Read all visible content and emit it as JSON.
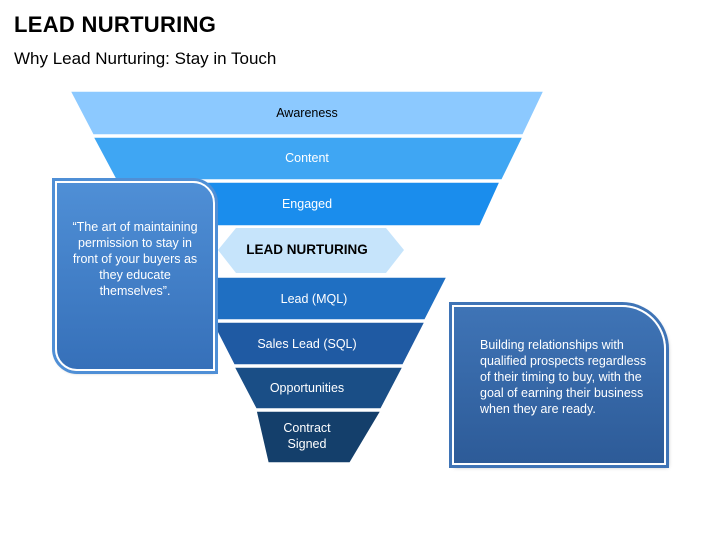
{
  "header": {
    "title": "LEAD NURTURING",
    "subtitle": "Why Lead Nurturing: Stay in Touch"
  },
  "funnel": {
    "top_stages": [
      "Awareness",
      "Content",
      "Engaged"
    ],
    "middle_label": "LEAD NURTURING",
    "bottom_stages": [
      "Lead (MQL)",
      "Sales Lead (SQL)",
      "Opportunities",
      "Contract\nSigned"
    ]
  },
  "quote_box": {
    "text": "“The art of maintaining permission to stay in front of your buyers as they educate themselves”."
  },
  "info_box": {
    "text": "Building relationships with qualified prospects regardless of their timing to buy, with the goal of earning their business when they are ready."
  },
  "colors": {
    "awareness": "#8cc9ff",
    "content": "#3fa6f3",
    "engaged": "#1a8ded",
    "nurturing_band": "#c6e4fb",
    "lead_mql": "#1f6fc2",
    "sales_lead": "#1f5aa3",
    "opportunities": "#1a4e86",
    "contract": "#143f6b"
  }
}
